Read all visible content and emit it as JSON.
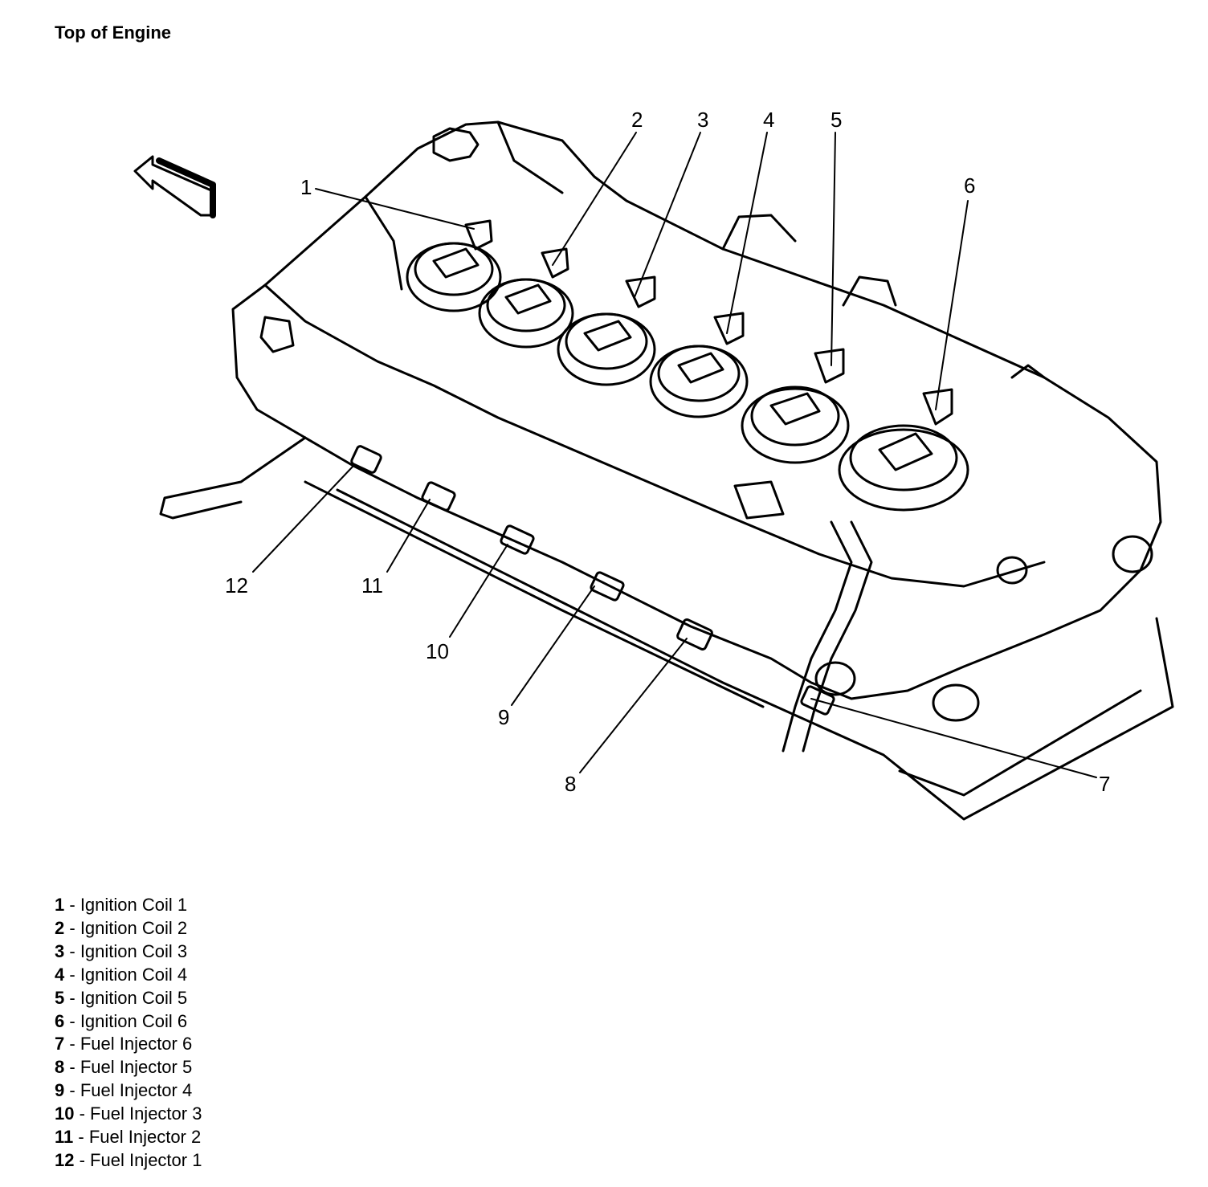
{
  "title": "Top of Engine",
  "callouts": [
    "1",
    "2",
    "3",
    "4",
    "5",
    "6",
    "7",
    "8",
    "9",
    "10",
    "11",
    "12"
  ],
  "legend": [
    {
      "num": "1",
      "sep": " - ",
      "label": "Ignition Coil 1"
    },
    {
      "num": "2",
      "sep": " - ",
      "label": "Ignition Coil 2"
    },
    {
      "num": "3",
      "sep": " - ",
      "label": "Ignition Coil 3"
    },
    {
      "num": "4",
      "sep": " - ",
      "label": "Ignition Coil 4"
    },
    {
      "num": "5",
      "sep": " - ",
      "label": "Ignition Coil 5"
    },
    {
      "num": "6",
      "sep": " - ",
      "label": "Ignition Coil 6"
    },
    {
      "num": "7",
      "sep": " - ",
      "label": "Fuel Injector 6"
    },
    {
      "num": "8",
      "sep": " - ",
      "label": "Fuel Injector 5"
    },
    {
      "num": "9",
      "sep": " - ",
      "label": "Fuel Injector 4"
    },
    {
      "num": "10",
      "sep": " - ",
      "label": "Fuel Injector 3"
    },
    {
      "num": "11",
      "sep": " - ",
      "label": "Fuel Injector 2"
    },
    {
      "num": "12",
      "sep": " - ",
      "label": "Fuel Injector 1"
    }
  ]
}
